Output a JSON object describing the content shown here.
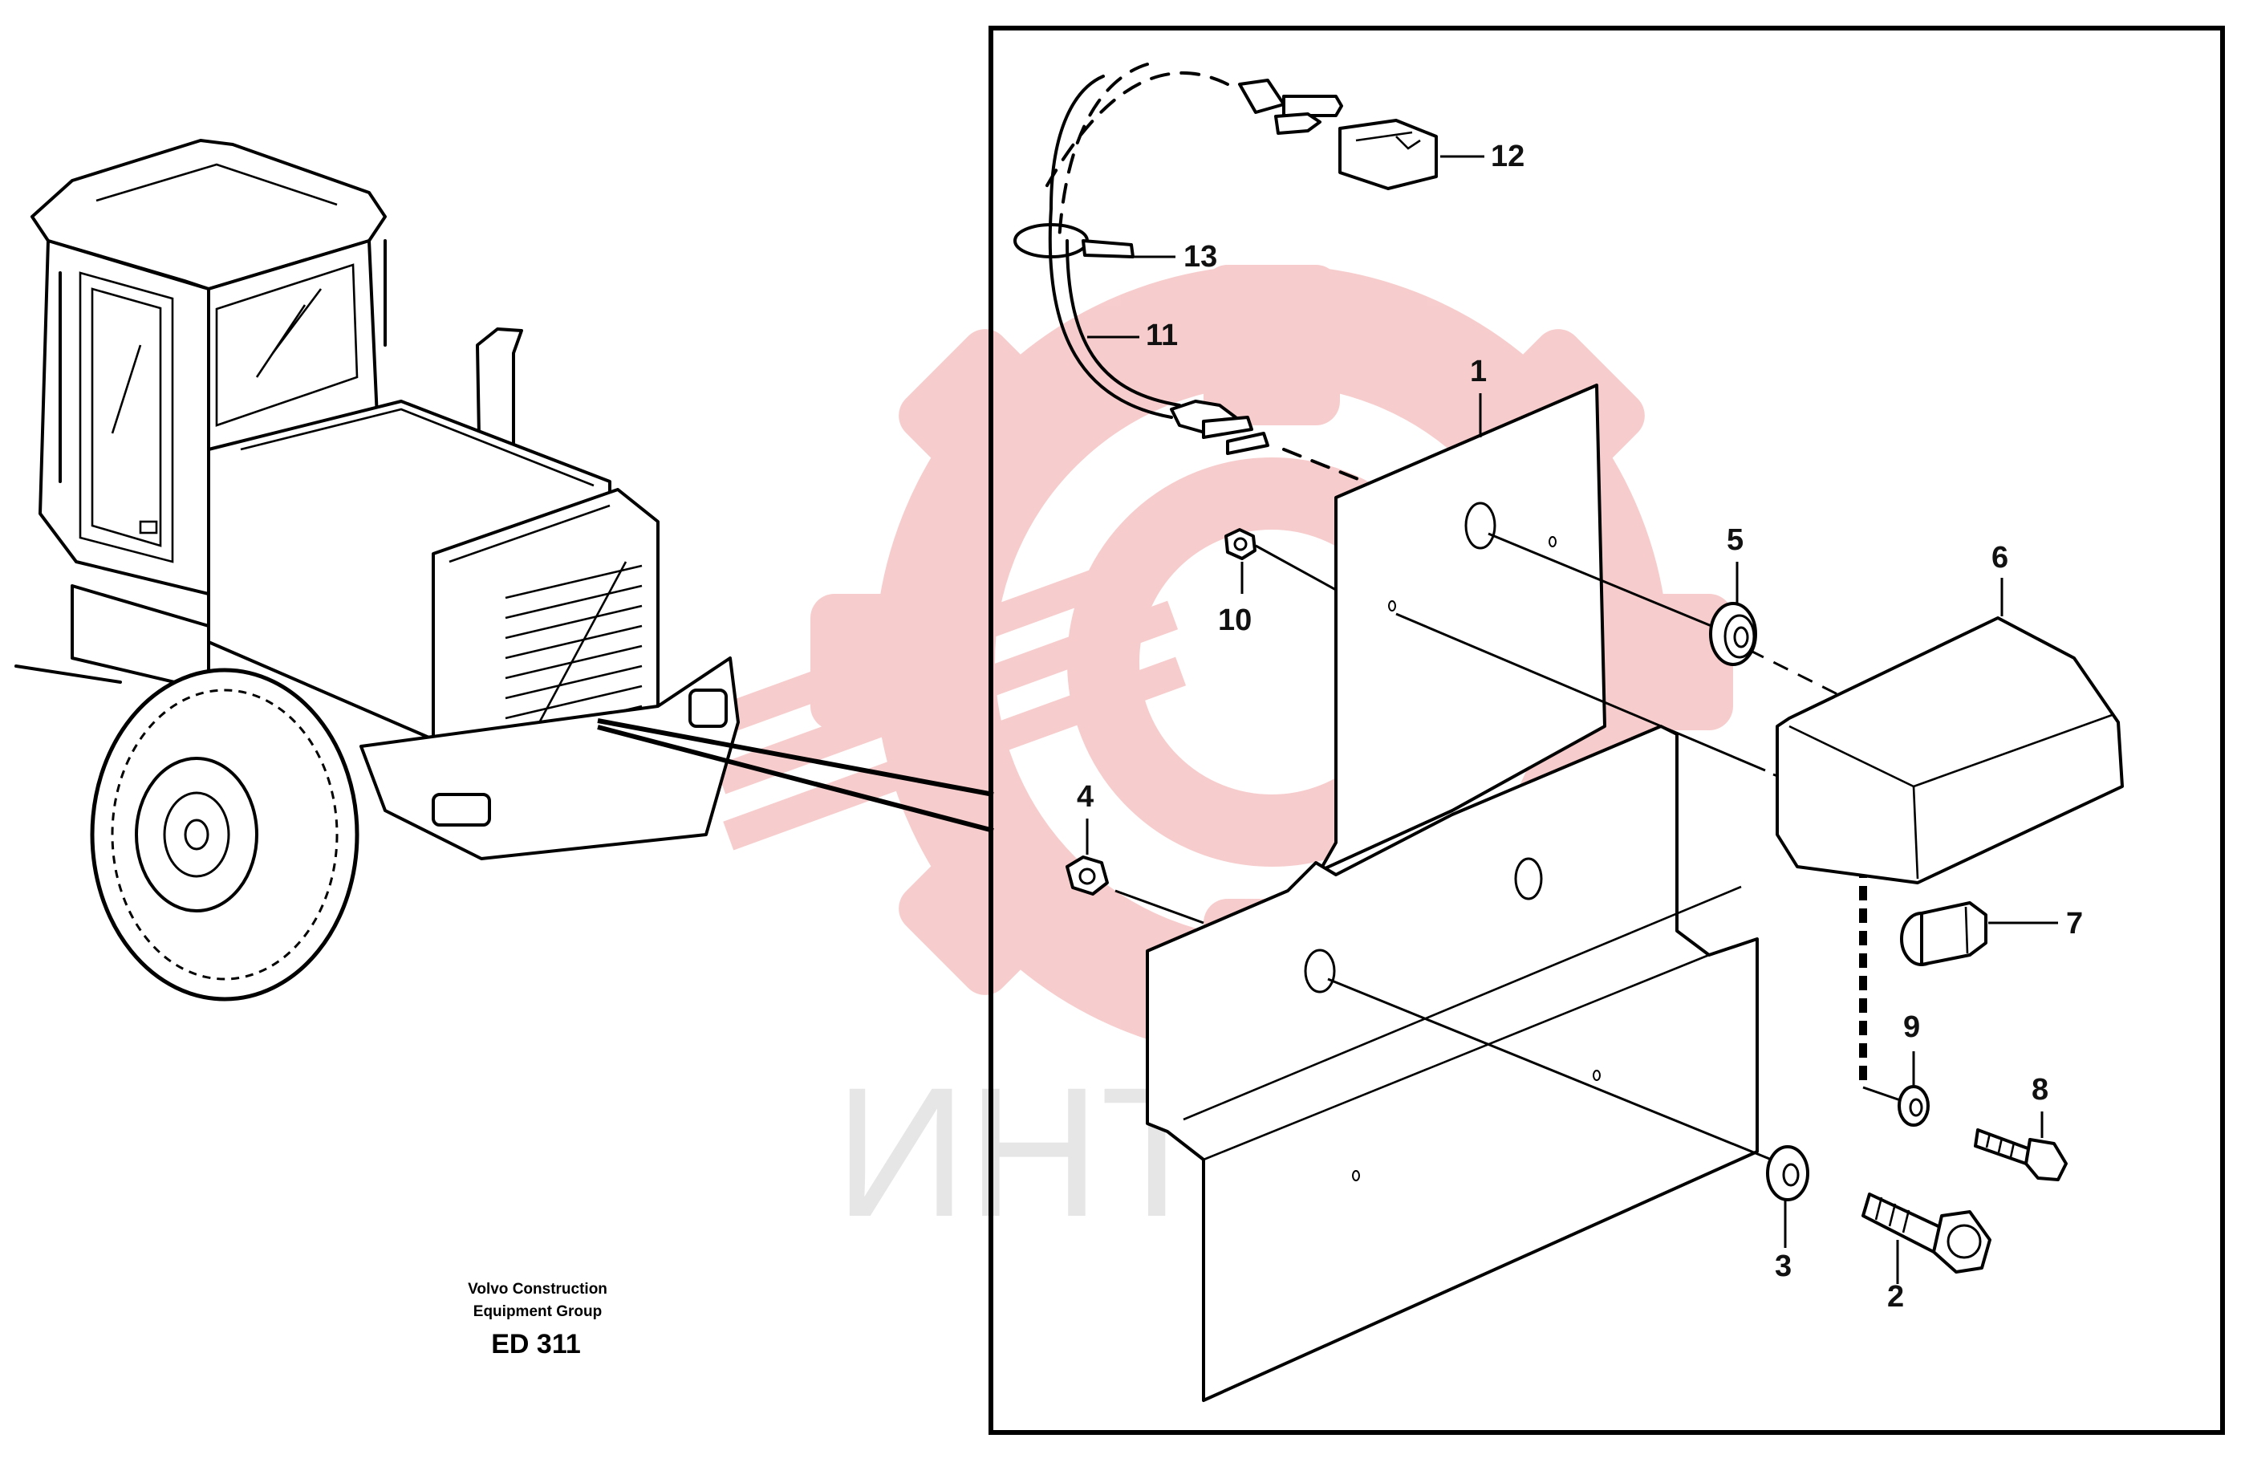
{
  "callouts": {
    "c1": "1",
    "c2": "2",
    "c3": "3",
    "c4": "4",
    "c5": "5",
    "c6": "6",
    "c7": "7",
    "c8": "8",
    "c9": "9",
    "c10": "10",
    "c11": "11",
    "c12": "12",
    "c13": "13"
  },
  "caption": {
    "line1": "Volvo Construction",
    "line2": "Equipment Group",
    "code": "ED 311"
  },
  "watermark": {
    "text": "ИНТЕХ",
    "color": "#f2b8b8",
    "text_color": "#e6e6e6"
  }
}
